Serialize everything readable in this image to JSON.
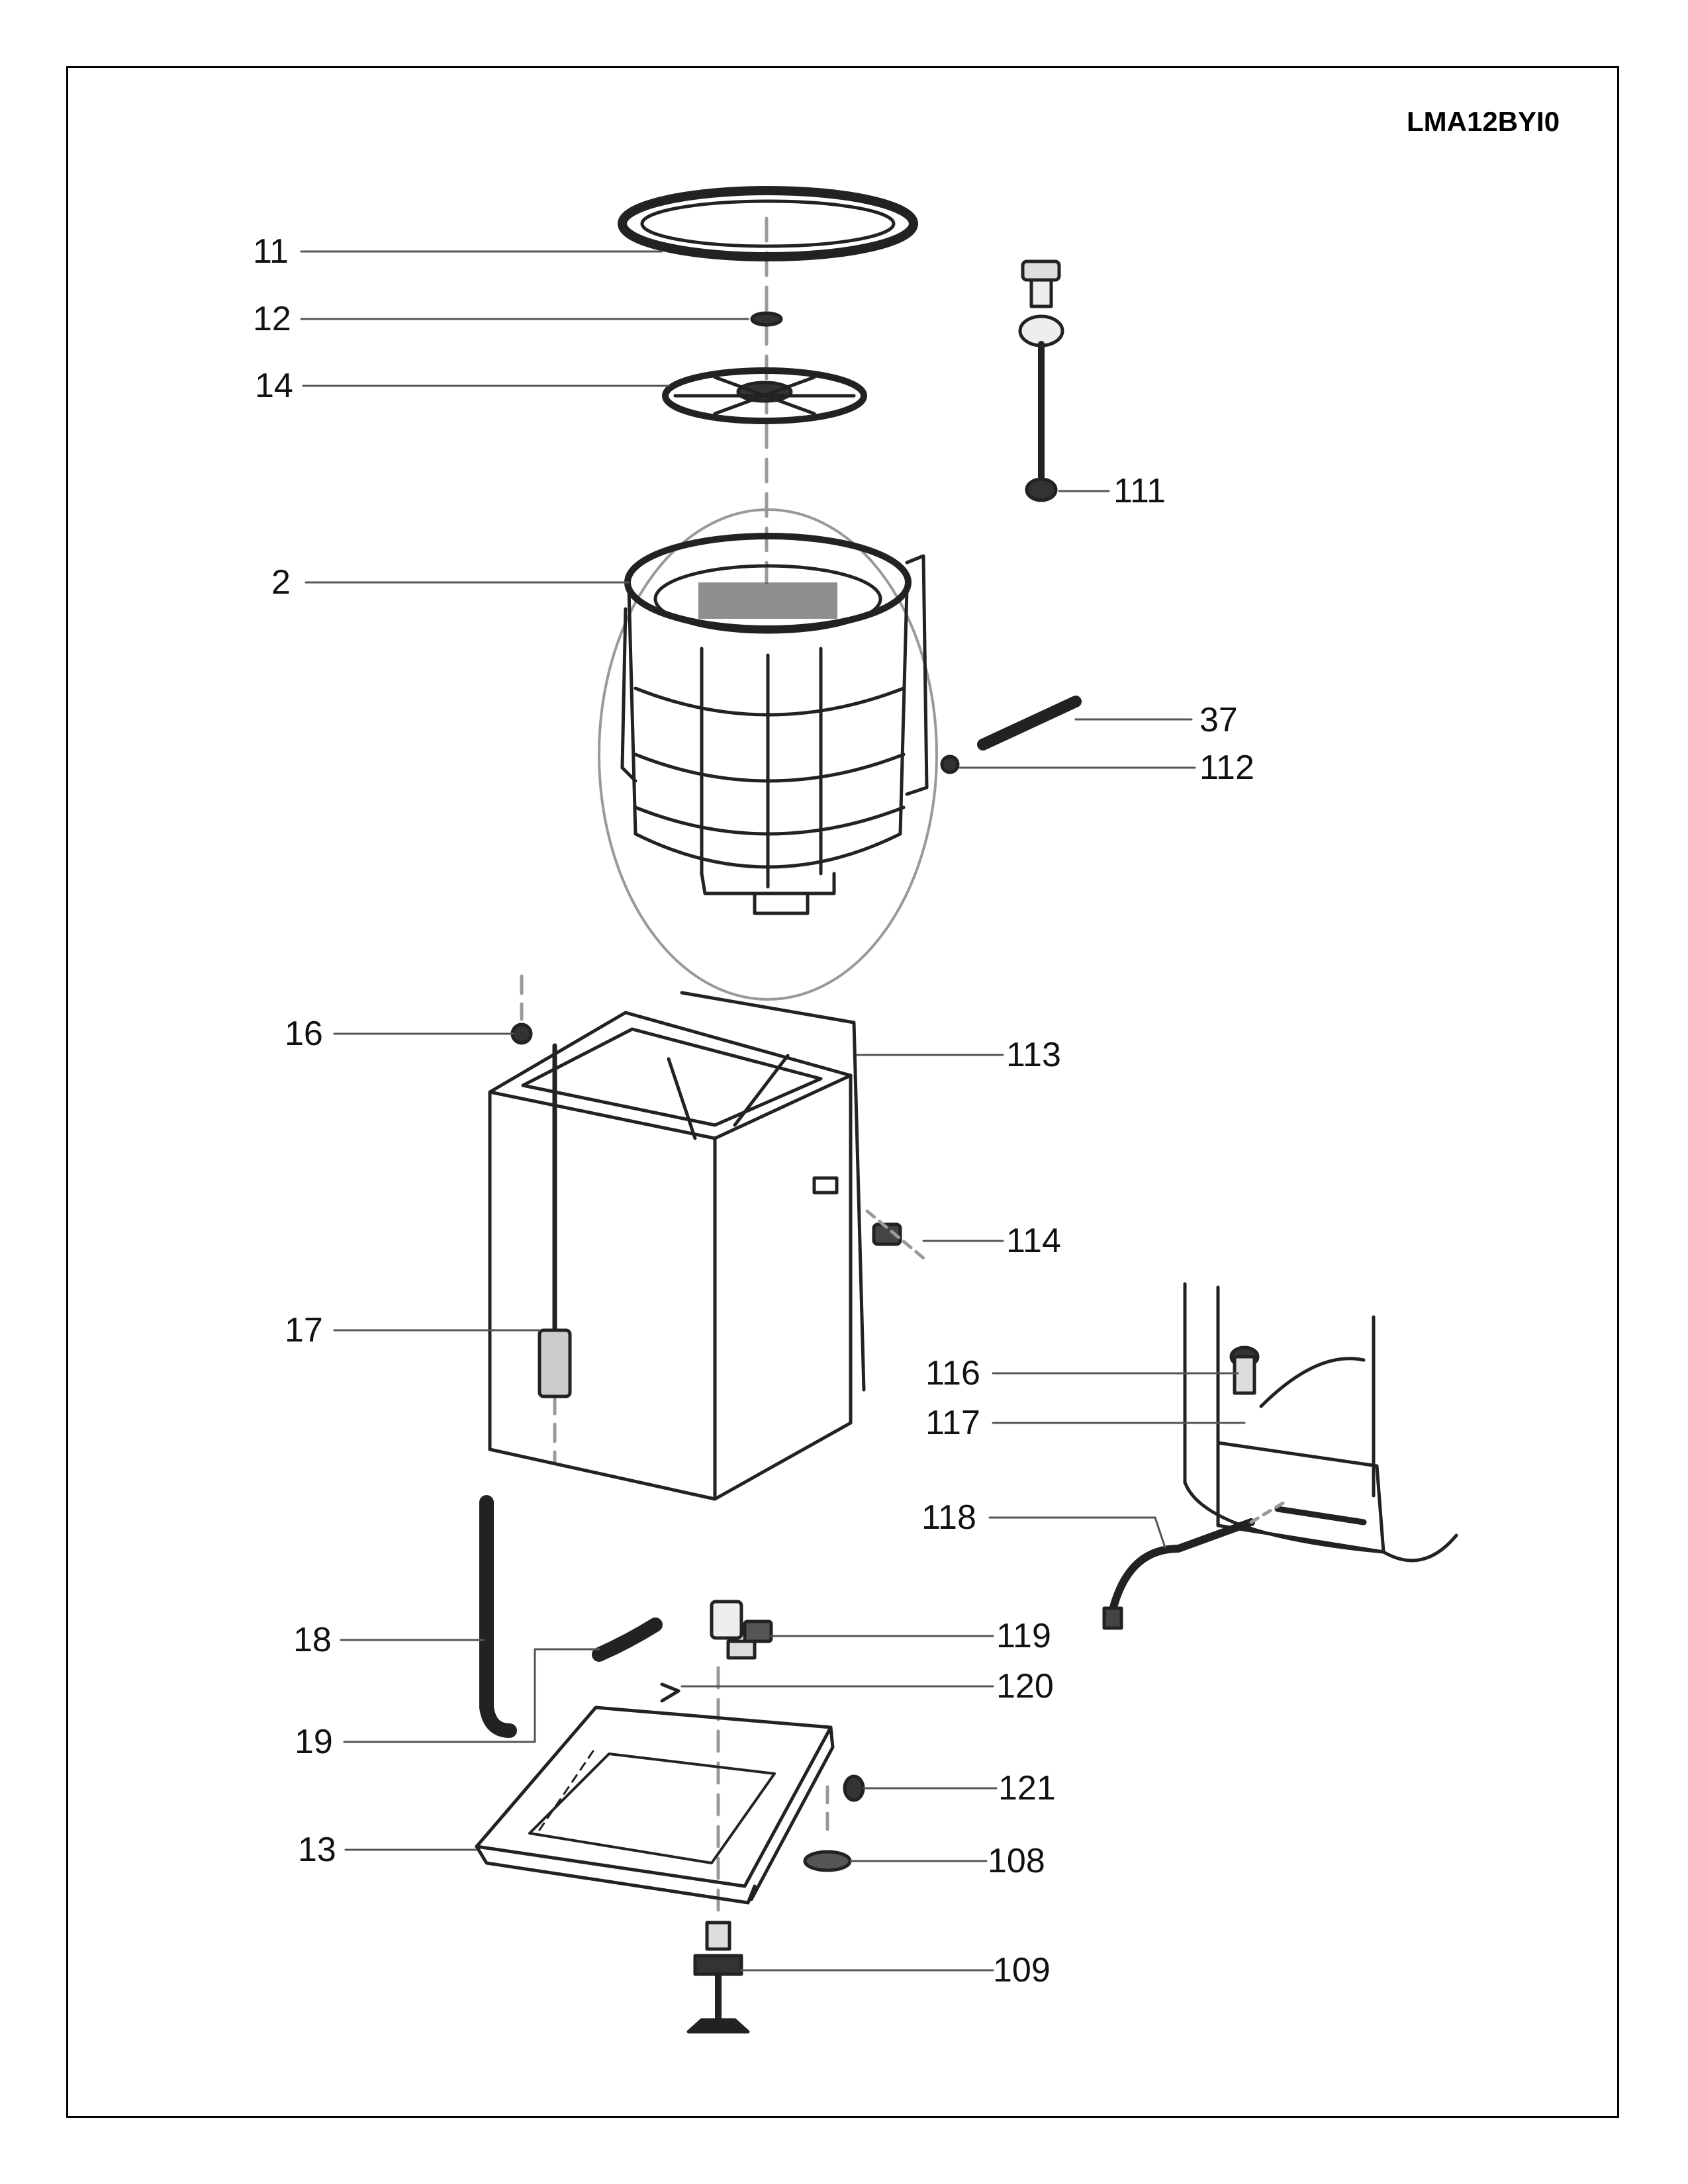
{
  "model": "LMA12BYI0",
  "callouts": [
    {
      "id": "11"
    },
    {
      "id": "12"
    },
    {
      "id": "14"
    },
    {
      "id": "111"
    },
    {
      "id": "2"
    },
    {
      "id": "37"
    },
    {
      "id": "112"
    },
    {
      "id": "16"
    },
    {
      "id": "113"
    },
    {
      "id": "114"
    },
    {
      "id": "17"
    },
    {
      "id": "116"
    },
    {
      "id": "117"
    },
    {
      "id": "118"
    },
    {
      "id": "18"
    },
    {
      "id": "119"
    },
    {
      "id": "120"
    },
    {
      "id": "19"
    },
    {
      "id": "121"
    },
    {
      "id": "13"
    },
    {
      "id": "108"
    },
    {
      "id": "109"
    }
  ]
}
